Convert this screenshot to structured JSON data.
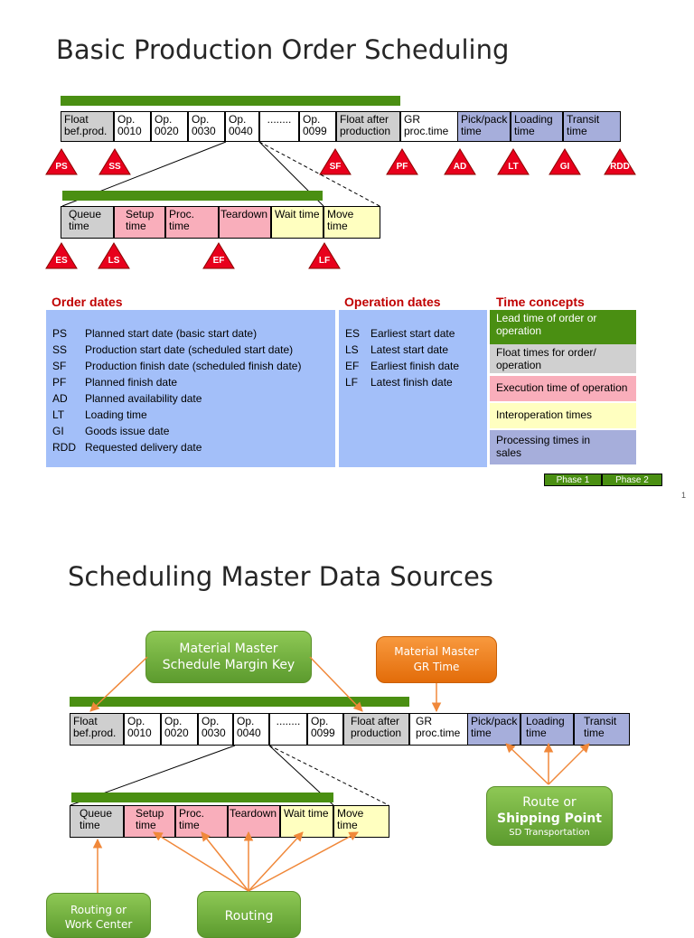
{
  "slide1": {
    "title": "Basic Production Order Scheduling",
    "top_row": [
      {
        "l1": "Float",
        "l2": "bef.prod."
      },
      {
        "l1": "Op.",
        "l2": "0010"
      },
      {
        "l1": "Op.",
        "l2": "0020"
      },
      {
        "l1": "Op.",
        "l2": "0030"
      },
      {
        "l1": "Op.",
        "l2": "0040"
      },
      {
        "l1": "........",
        "l2": ""
      },
      {
        "l1": "Op.",
        "l2": "0099"
      },
      {
        "l1": "Float after",
        "l2": "production"
      },
      {
        "l1": "GR",
        "l2": "proc.time"
      },
      {
        "l1": "Pick/pack",
        "l2": "time"
      },
      {
        "l1": "Loading",
        "l2": "time"
      },
      {
        "l1": "Transit",
        "l2": "time"
      }
    ],
    "top_markers": [
      "PS",
      "SS",
      "SF",
      "PF",
      "AD",
      "LT",
      "GI",
      "RDD"
    ],
    "op_row": [
      {
        "l1": "Queue",
        "l2": "time"
      },
      {
        "l1": "Setup",
        "l2": "time"
      },
      {
        "l1": "Proc. time",
        "l2": ""
      },
      {
        "l1": "Teardown",
        "l2": ""
      },
      {
        "l1": "Wait time",
        "l2": ""
      },
      {
        "l1": "Move time",
        "l2": ""
      }
    ],
    "op_markers": [
      "ES",
      "LS",
      "EF",
      "LF"
    ],
    "order_dates": {
      "heading": "Order dates",
      "rows": [
        {
          "code": "PS",
          "desc": "Planned start date (basic start date)"
        },
        {
          "code": "SS",
          "desc": "Production start date (scheduled start date)"
        },
        {
          "code": "SF",
          "desc": "Production finish date (scheduled finish date)"
        },
        {
          "code": "PF",
          "desc": "Planned finish date"
        },
        {
          "code": "AD",
          "desc": "Planned availability date"
        },
        {
          "code": "LT",
          "desc": "Loading time"
        },
        {
          "code": "GI",
          "desc": "Goods issue date"
        },
        {
          "code": "RDD",
          "desc": "Requested delivery date"
        }
      ]
    },
    "operation_dates": {
      "heading": "Operation dates",
      "rows": [
        {
          "code": "ES",
          "desc": "Earliest start date"
        },
        {
          "code": "LS",
          "desc": "Latest start date"
        },
        {
          "code": "EF",
          "desc": "Earliest finish date"
        },
        {
          "code": "LF",
          "desc": "Latest finish date"
        }
      ]
    },
    "time_concepts": {
      "heading": "Time concepts",
      "items": [
        {
          "l1": "Lead time of order or",
          "l2": "operation"
        },
        {
          "l1": "Float times for order/",
          "l2": "operation"
        },
        {
          "l1": "Execution time of operation",
          "l2": ""
        },
        {
          "l1": "Interoperation times",
          "l2": ""
        },
        {
          "l1": "Processing times in",
          "l2": "sales"
        }
      ]
    },
    "phases": [
      "Phase 1",
      "Phase 2"
    ],
    "page_number": "1"
  },
  "slide2": {
    "title": "Scheduling Master Data Sources",
    "callouts": {
      "material_master_key": {
        "l1": "Material Master",
        "l2": "Schedule Margin Key"
      },
      "material_master_gr": {
        "l1": "Material Master",
        "l2": "GR Time"
      },
      "route": {
        "l1": "Route or",
        "l2": "Shipping Point",
        "l3": "SD Transportation"
      },
      "routing_wc": {
        "l1": "Routing or",
        "l2": "Work Center"
      },
      "routing": {
        "l1": "Routing"
      }
    }
  },
  "colors": {
    "green_bar": "#4a8f12",
    "marker_red": "#e8001c",
    "order_panel": "#a3bff9",
    "header_red": "#c00000",
    "pill_green": "#6aad3a",
    "pill_orange": "#ee7d1b",
    "arrow_orange": "#f0883a"
  }
}
